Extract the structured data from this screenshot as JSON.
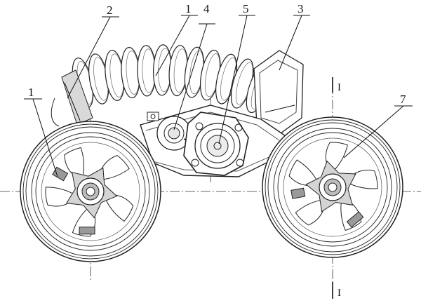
{
  "callouts": {
    "c1_left": "1",
    "c2": "2",
    "c1_top": "1",
    "c4": "4",
    "c5": "5",
    "c3": "3",
    "c7": "7"
  },
  "section_marks": {
    "top": "I",
    "bottom": "I"
  }
}
